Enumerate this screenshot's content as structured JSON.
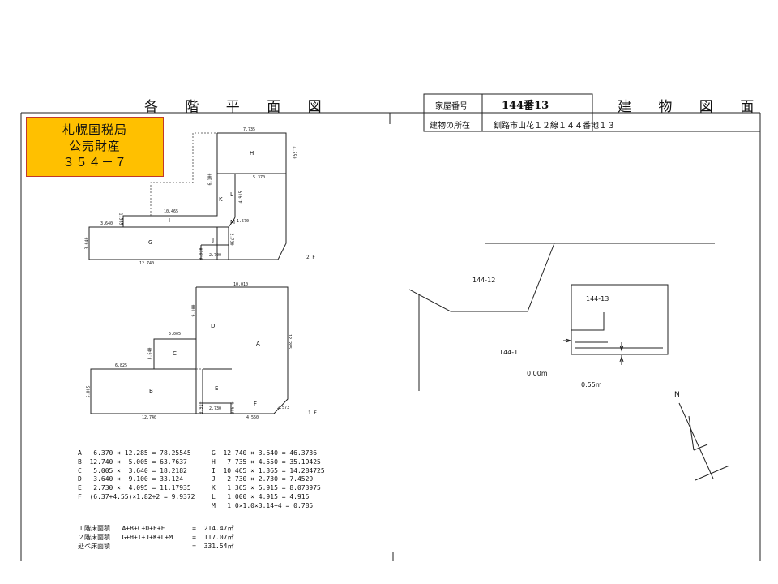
{
  "header": {
    "left_title": "各 階 平 面 図",
    "right_title": "建 物 図 面",
    "house_no_label": "家屋番号",
    "house_no_value": "144番13",
    "location_label": "建物の所在",
    "location_value": "釧路市山花１２線１４４番地１３"
  },
  "badge": {
    "line1": "札幌国税局",
    "line2": "公売財産",
    "line3": "３５４－７"
  },
  "floor2": {
    "label": "2 F",
    "areas": [
      "G",
      "H",
      "I",
      "J",
      "K",
      "L",
      "M"
    ],
    "dims": [
      "7.735",
      "4.550",
      "6.100",
      "5.370",
      "4.915",
      "10.465",
      "1.365",
      "3.640",
      "1.570",
      "3.640",
      "2.730",
      "0.910",
      "2.700",
      "12.740"
    ]
  },
  "floor1": {
    "label": "1 F",
    "areas": [
      "A",
      "B",
      "C",
      "D",
      "E",
      "F"
    ],
    "dims": [
      "10.010",
      "9.100",
      "12.285",
      "5.005",
      "3.640",
      "6.825",
      "5.005",
      "0.910",
      "2.730",
      "0.910",
      "4.550",
      "2.573",
      "12.740"
    ]
  },
  "calc_left": [
    "A   6.370 × 12.285 = 78.25545",
    "B  12.740 ×  5.005 = 63.7637",
    "C   5.005 ×  3.640 = 18.2182",
    "D   3.640 ×  9.100 = 33.124",
    "E   2.730 ×  4.095 = 11.17935",
    "F  (6.37+4.55)×1.82÷2 = 9.9372"
  ],
  "calc_right": [
    "G  12.740 × 3.640 = 46.3736",
    "H   7.735 × 4.550 = 35.19425",
    "I  10.465 × 1.365 = 14.284725",
    "J   2.730 × 2.730 = 7.4529",
    "K   1.365 × 5.915 = 8.073975",
    "L   1.000 × 4.915 = 4.915",
    "M   1.0×1.0×3.14÷4 = 0.785"
  ],
  "summary": [
    "１階床面積   A+B+C+D+E+F       =  214.47㎡",
    "２階床面積   G+H+I+J+K+L+M     =  117.07㎡",
    "延べ床面積                     =  331.54㎡"
  ],
  "site": {
    "lot_a": "144-12",
    "lot_b": "144-13",
    "lot_c": "144-1",
    "dist_a": "0.00m",
    "dist_b": "0.55m",
    "north": "N"
  }
}
